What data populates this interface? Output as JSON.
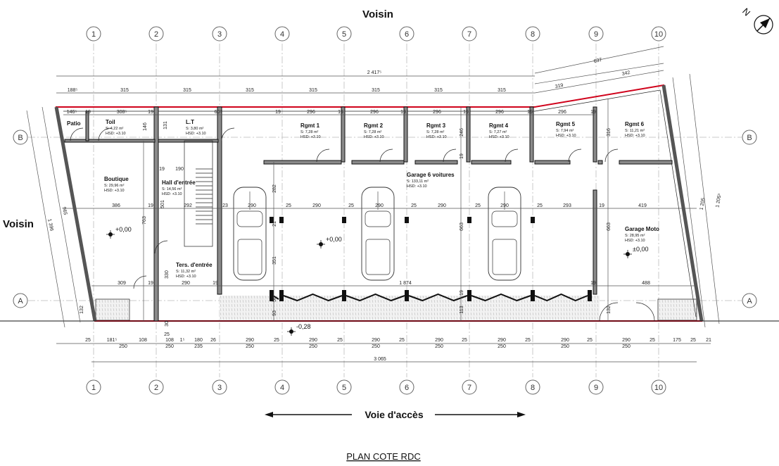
{
  "headings": {
    "top_neighbor": "Voisin",
    "left_neighbor": "Voisin",
    "access_road": "Voie d'accès",
    "plan_title": "PLAN COTE RDC",
    "north": "N"
  },
  "grid_columns": [
    "1",
    "2",
    "3",
    "4",
    "5",
    "6",
    "7",
    "8",
    "9",
    "10"
  ],
  "grid_rows": [
    "A",
    "B"
  ],
  "rooms": [
    {
      "name": "Patio",
      "surface": "",
      "hsd": ""
    },
    {
      "name": "Toil",
      "surface": "S: 4,22 m²",
      "hsd": "HSD: +3.10"
    },
    {
      "name": "L.T",
      "surface": "S: 3,80 m²",
      "hsd": "HSD: +3.10"
    },
    {
      "name": "Boutique",
      "surface": "S: 29,96 m²",
      "hsd": "HSD: +3.10"
    },
    {
      "name": "Hall d'entrée",
      "surface": "S: 14,56 m²",
      "hsd": "HSD: +3.10"
    },
    {
      "name": "Ters. d'entrée",
      "surface": "S: 11,32 m²",
      "hsd": "HSD: +3.10"
    },
    {
      "name": "Rgmt 1",
      "surface": "S: 7,28 m²",
      "hsd": "HSD: +3.10"
    },
    {
      "name": "Rgmt 2",
      "surface": "S: 7,28 m²",
      "hsd": "HSD: +3.10"
    },
    {
      "name": "Rgmt 3",
      "surface": "S: 7,28 m²",
      "hsd": "HSD: +3.10"
    },
    {
      "name": "Rgmt 4",
      "surface": "S: 7,27 m²",
      "hsd": "HSD: +3.10"
    },
    {
      "name": "Rgmt 5",
      "surface": "S: 7,94 m²",
      "hsd": "HSD: +3.10"
    },
    {
      "name": "Rgmt 6",
      "surface": "S: 11,21 m²",
      "hsd": "HSD: +3.10"
    },
    {
      "name": "Garage 6 voitures",
      "surface": "S: 133,11 m²",
      "hsd": "HSD: +3.10"
    },
    {
      "name": "Garage Moto",
      "surface": "S: 28,95 m²",
      "hsd": "HSD: +3.10"
    }
  ],
  "levels": [
    "+0,00",
    "+0,00",
    "±0,00",
    "-0,28"
  ],
  "dimensions": {
    "top_overall": [
      "2 417⁵",
      "637",
      "342",
      "319"
    ],
    "top_axes": [
      "188⁵",
      "315",
      "315",
      "315",
      "315",
      "315",
      "315",
      "315"
    ],
    "interior_top": [
      "146⁵",
      "19",
      "308⁵",
      "19",
      "60⁸",
      "19",
      "296",
      "19",
      "296",
      "19",
      "296",
      "19",
      "296",
      "19",
      "296",
      "19"
    ],
    "interior_mid": [
      "386",
      "19",
      "292",
      "23",
      "290",
      "25",
      "290",
      "25",
      "290",
      "25",
      "290",
      "25",
      "290",
      "25",
      "293",
      "19",
      "419",
      "190",
      "19"
    ],
    "interior_bottom": [
      "309",
      "19",
      "290",
      "19",
      "1 874",
      "19",
      "488"
    ],
    "vertical": [
      "763",
      "501",
      "282",
      "21",
      "351",
      "50",
      "93",
      "246",
      "19",
      "663",
      "19",
      "113",
      "316",
      "663",
      "132",
      "330",
      "30",
      "132",
      "146",
      "131"
    ],
    "sides": [
      "1 396",
      "965",
      "1 205",
      "1 205⁵"
    ],
    "bottom_row1": [
      "25",
      "181⁵",
      "108",
      "25",
      "108",
      "1⁵",
      "180",
      "26",
      "290",
      "25",
      "290",
      "25",
      "290",
      "25",
      "290",
      "25",
      "290",
      "25",
      "290",
      "25",
      "290",
      "25",
      "175",
      "25",
      "21"
    ],
    "bottom_row2": [
      "250",
      "250",
      "235",
      "250",
      "250",
      "250",
      "250",
      "250",
      "250",
      "250"
    ],
    "bottom_overall": "3 065"
  },
  "colors": {
    "outline": "#d0021b",
    "wall": "#8a8a8a",
    "grid": "#bbbbbb"
  }
}
